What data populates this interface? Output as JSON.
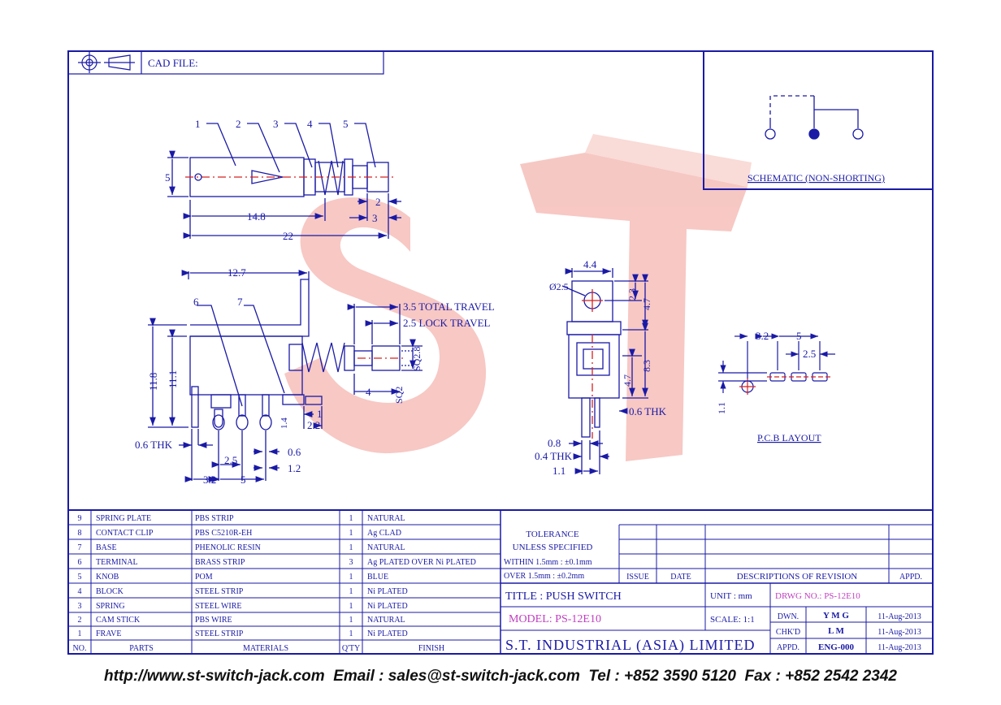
{
  "header": {
    "cad_file_label": "CAD FILE:"
  },
  "schematic": {
    "label": "SCHEMATIC (NON-SHORTING)"
  },
  "views": {
    "top_callouts": [
      "1",
      "2",
      "3",
      "4",
      "5"
    ],
    "top_dims": {
      "height": "5",
      "knob": "2",
      "knob_total": "3",
      "body": "14.8",
      "overall": "22"
    },
    "side_callouts": [
      "6",
      "7"
    ],
    "side_dims": {
      "width": "12.7",
      "total_travel": "3.5 TOTAL TRAVEL",
      "lock_travel": "2.5 LOCK TRAVEL",
      "sq_large": "SQ2.8",
      "sq_small": "SQ2",
      "knob_len": "4",
      "h_total": "11.8",
      "h_body": "11.1",
      "pin_a": "1",
      "pin_b": "2.2",
      "pin_c": "1.4",
      "thk": "0.6 THK",
      "pitch_small": "2.5",
      "pin_w": "0.6",
      "pin_h": "1.2",
      "p1": "3.2",
      "p2": "5"
    },
    "end_dims": {
      "width": "4.4",
      "hole": "Ø2.5",
      "h1": "2.3",
      "h2": "4.7",
      "h3": "4.7",
      "h4": "8.3",
      "thk": "0.6 THK",
      "pin_a": "0.8",
      "pin_thk": "0.4 THK",
      "pin_b": "1.1"
    },
    "pcb": {
      "label": "P.C.B LAYOUT",
      "d1": "3.2",
      "d2": "5",
      "d3": "2.5",
      "d4": "1.1"
    }
  },
  "bom": {
    "headers": [
      "NO.",
      "PARTS",
      "MATERIALS",
      "Q'TY",
      "FINISH"
    ],
    "rows": [
      [
        "9",
        "SPRING PLATE",
        "PBS STRIP",
        "1",
        "NATURAL"
      ],
      [
        "8",
        "CONTACT CLIP",
        "PBS C5210R-EH",
        "1",
        "Ag CLAD"
      ],
      [
        "7",
        "BASE",
        "PHENOLIC RESIN",
        "1",
        "NATURAL"
      ],
      [
        "6",
        "TERMINAL",
        "BRASS STRIP",
        "3",
        "Ag PLATED OVER Ni PLATED"
      ],
      [
        "5",
        "KNOB",
        "POM",
        "1",
        "BLUE"
      ],
      [
        "4",
        "BLOCK",
        "STEEL STRIP",
        "1",
        "Ni PLATED"
      ],
      [
        "3",
        "SPRING",
        "STEEL WIRE",
        "1",
        "Ni PLATED"
      ],
      [
        "2",
        "CAM STICK",
        "PBS WIRE",
        "1",
        "NATURAL"
      ],
      [
        "1",
        "FRAVE",
        "STEEL STRIP",
        "1",
        "Ni PLATED"
      ]
    ]
  },
  "tolerance": {
    "title1": "TOLERANCE",
    "title2": "UNLESS  SPECIFIED",
    "within": "WITHIN  1.5mm : ±0.1mm",
    "over": "OVER   1.5mm : ±0.2mm"
  },
  "revision": {
    "issue": "ISSUE",
    "date": "DATE",
    "desc": "DESCRIPTIONS OF REVISION",
    "appd": "APPD."
  },
  "title_block": {
    "title": "TITLE : PUSH SWITCH",
    "unit": "UNIT :   mm",
    "drwg_no": "DRWG NO.: PS-12E10",
    "model": "MODEL: PS-12E10",
    "scale": "SCALE:  1:1",
    "company": "S.T. INDUSTRIAL (ASIA) LIMITED",
    "rows": [
      {
        "label": "DWN.",
        "name": "Y M G",
        "date": "11-Aug-2013"
      },
      {
        "label": "CHK'D",
        "name": "L M",
        "date": "11-Aug-2013"
      },
      {
        "label": "APPD.",
        "name": "ENG-000",
        "date": "11-Aug-2013"
      }
    ]
  },
  "watermark": {
    "text": "ST"
  },
  "footer": {
    "text": "http://www.st-switch-jack.com  Email : sales@st-switch-jack.com  Tel : +852 3590 5120  Fax : +852 2542 2342"
  },
  "colors": {
    "line": "#1a1aa6",
    "center": "#d62020",
    "magenta": "#c03fc0",
    "watermark": "#f4b6b0"
  }
}
